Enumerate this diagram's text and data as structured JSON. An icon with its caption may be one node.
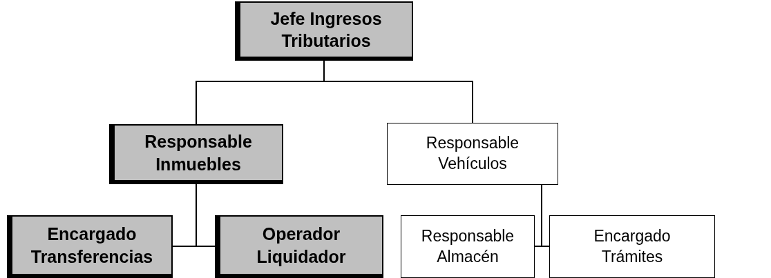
{
  "diagram": {
    "nodes": [
      {
        "text": [
          "Jefe Ingresos Tributarios"
        ]
      },
      {
        "text": [
          "Responsable Inmuebles"
        ]
      },
      {
        "text": [
          "Responsable Vehículos"
        ]
      },
      {
        "text": [
          "Encargado Transferencias"
        ]
      },
      {
        "text": [
          "Operador Liquidador"
        ]
      },
      {
        "text": [
          "Responsable Almacén"
        ]
      },
      {
        "text": [
          "Encargado Trámites"
        ]
      }
    ],
    "edges": [
      {
        "from": 0,
        "to": 1,
        "arrow": "none"
      },
      {
        "from": 0,
        "to": 2,
        "arrow": "none"
      },
      {
        "from": 1,
        "to": 3,
        "arrow": "none"
      },
      {
        "from": 1,
        "to": 4,
        "arrow": "none"
      },
      {
        "from": 2,
        "to": 5,
        "arrow": "none"
      },
      {
        "from": 2,
        "to": 6,
        "arrow": "none"
      }
    ]
  }
}
